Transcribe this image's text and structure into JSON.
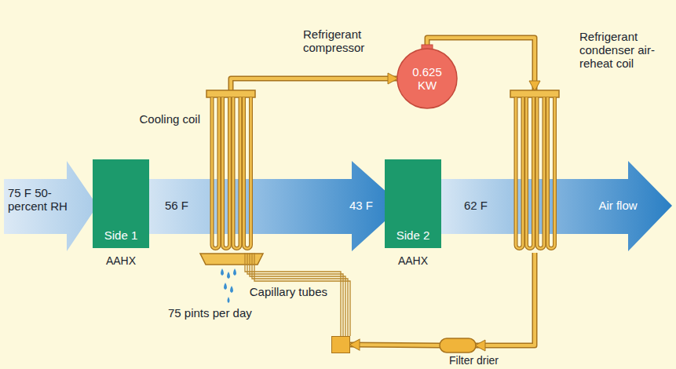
{
  "diagram": {
    "nodes": [
      {
        "text": [
          "75 F 50-percent RH"
        ]
      },
      {
        "text": [
          "Side 1",
          "AAHX"
        ]
      },
      {
        "text": [
          "56 F"
        ]
      },
      {
        "text": [
          "Cooling coil"
        ]
      },
      {
        "text": [
          "43 F"
        ]
      },
      {
        "text": [
          "Side 2",
          "AAHX"
        ]
      },
      {
        "text": [
          "62 F"
        ]
      },
      {
        "text": [
          "Refrigerant condenser air-reheat coil"
        ]
      },
      {
        "text": [
          "Air flow"
        ]
      },
      {
        "text": [
          "0.625 KW",
          "Refrigerant compressor"
        ]
      },
      {
        "text": [
          "Filter drier"
        ]
      },
      {
        "text": [
          "Capillary tubes"
        ]
      }
    ],
    "edges": [
      {
        "from": 3,
        "to": 9,
        "arrow": "to"
      },
      {
        "from": 9,
        "to": 7,
        "arrow": "to"
      },
      {
        "from": 7,
        "to": 10,
        "arrow": "to"
      },
      {
        "from": 10,
        "to": 11,
        "arrow": "to"
      },
      {
        "from": 11,
        "to": 3,
        "arrow": "none"
      }
    ],
    "labels": [
      "75 pints per day"
    ]
  }
}
